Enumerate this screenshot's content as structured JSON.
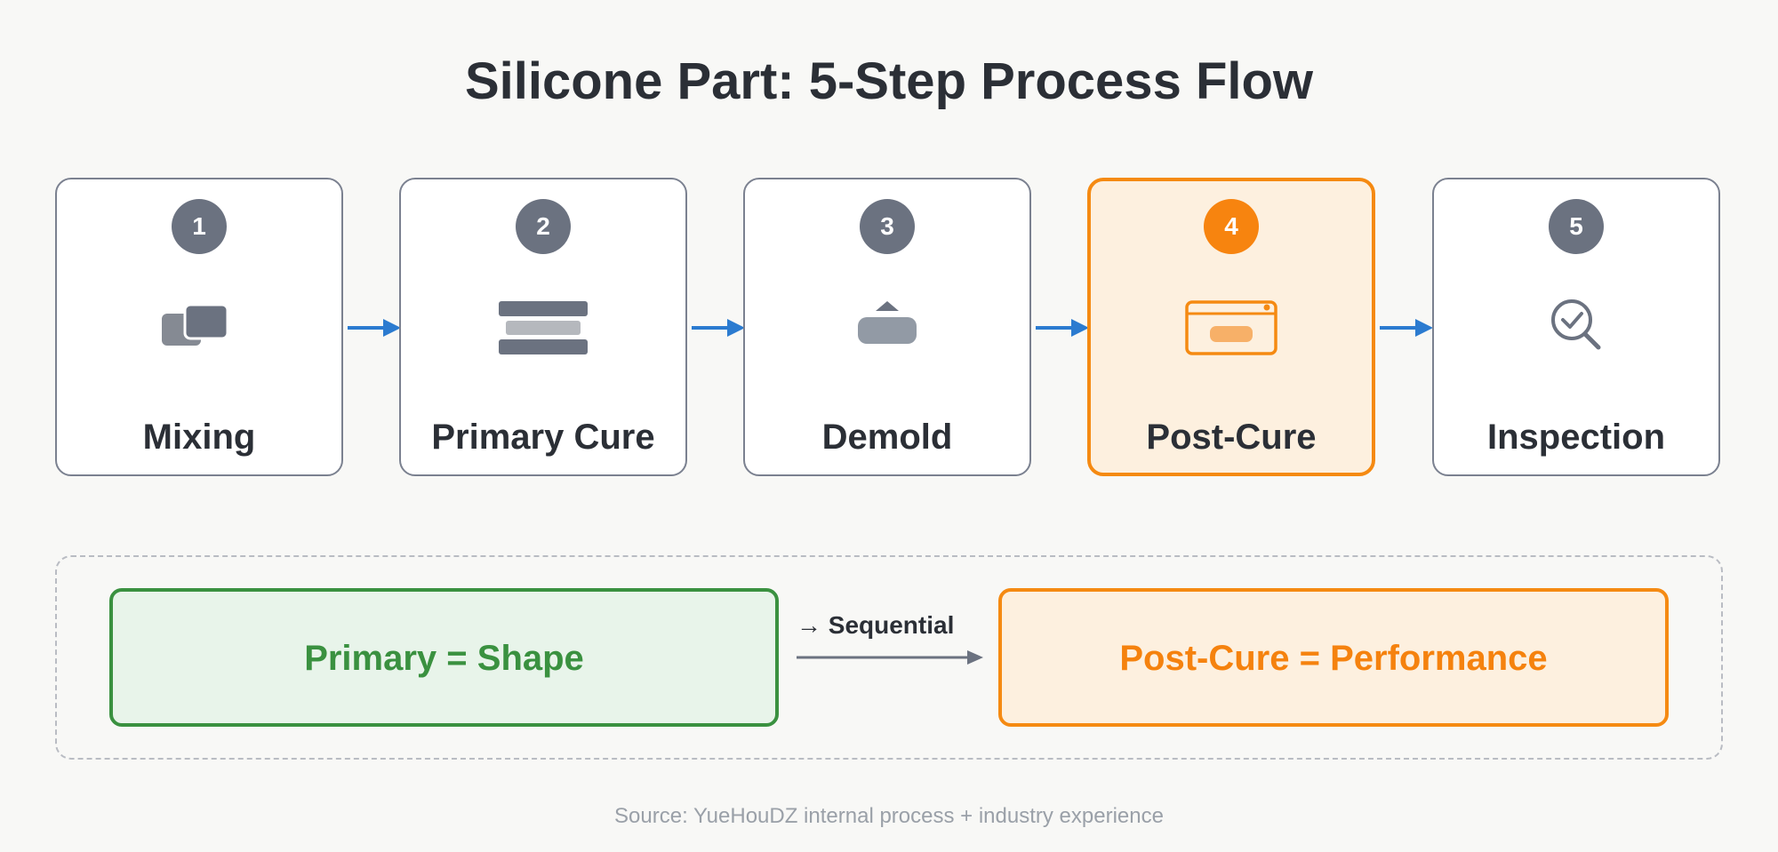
{
  "title": "Silicone Part: 5-Step Process Flow",
  "steps": [
    {
      "number": "1",
      "label": "Mixing",
      "icon": "mixing-blocks-icon"
    },
    {
      "number": "2",
      "label": "Primary Cure",
      "icon": "layered-bars-icon"
    },
    {
      "number": "3",
      "label": "Demold",
      "icon": "demold-part-icon"
    },
    {
      "number": "4",
      "label": "Post-Cure",
      "icon": "oven-icon",
      "highlighted": true
    },
    {
      "number": "5",
      "label": "Inspection",
      "icon": "magnifier-check-icon"
    }
  ],
  "summary": {
    "left": "Primary = Shape",
    "connector": "→ Sequential",
    "right": "Post-Cure = Performance"
  },
  "source": "Source: YueHouDZ internal process + industry experience",
  "colors": {
    "step_border": "#7b8190",
    "step_number": "#6b7280",
    "highlight": "#f58a12",
    "highlight_fill": "#fdf0df",
    "arrow": "#2b7bd0",
    "green": "#3a9140",
    "green_fill": "#e8f4ea"
  }
}
